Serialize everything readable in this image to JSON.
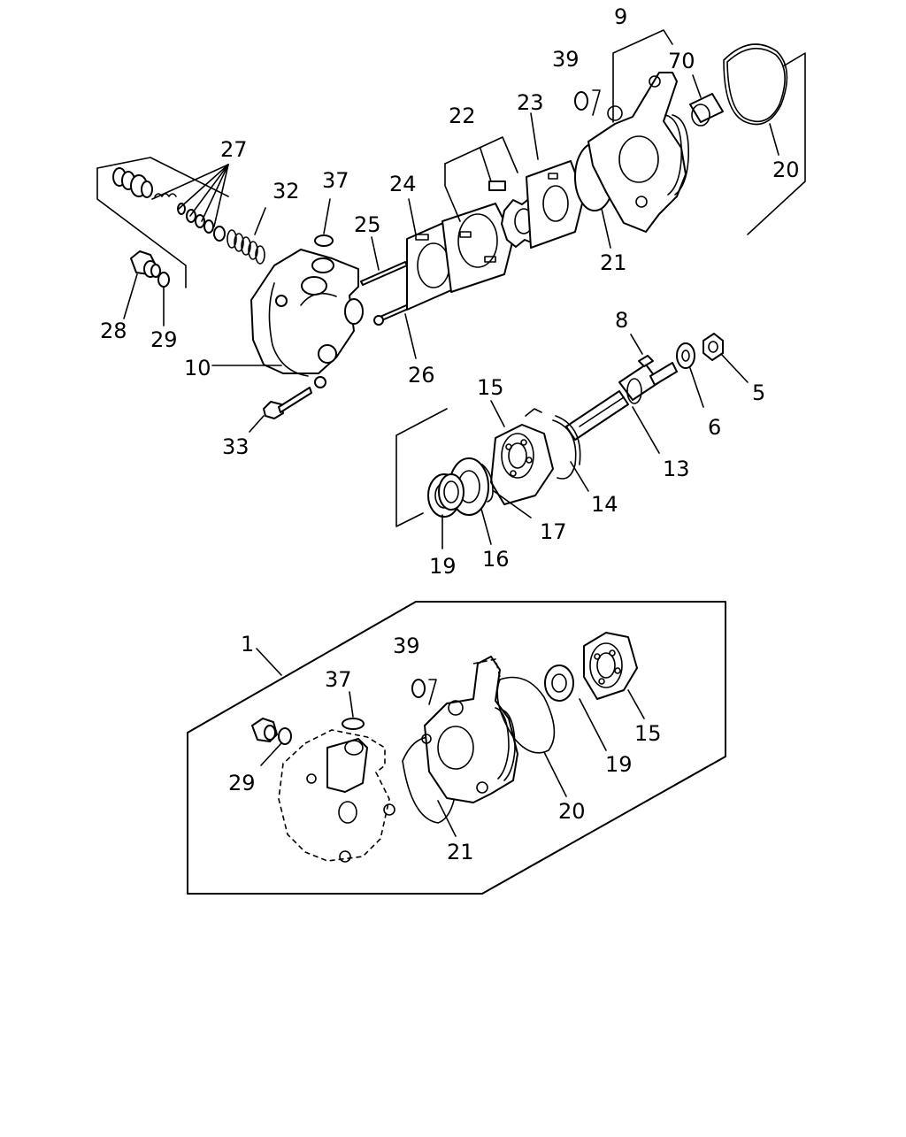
{
  "labels": {
    "l1": "1",
    "l5": "5",
    "l6": "6",
    "l8": "8",
    "l9": "9",
    "l10": "10",
    "l13": "13",
    "l14": "14",
    "l15a": "15",
    "l15b": "15",
    "l16": "16",
    "l17": "17",
    "l19a": "19",
    "l19b": "19",
    "l20a": "20",
    "l20b": "20",
    "l21a": "21",
    "l21b": "21",
    "l22": "22",
    "l23": "23",
    "l24": "24",
    "l25": "25",
    "l26": "26",
    "l27": "27",
    "l28": "28",
    "l29a": "29",
    "l29b": "29",
    "l32": "32",
    "l33": "33",
    "l37a": "37",
    "l37b": "37",
    "l39a": "39",
    "l39b": "39",
    "l70": "70"
  }
}
